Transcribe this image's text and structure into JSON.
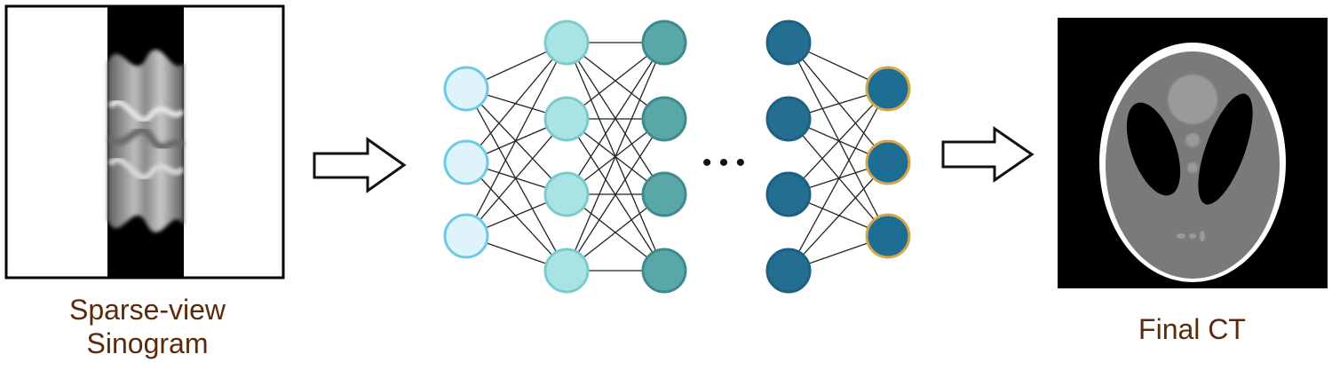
{
  "captions": {
    "input_line1": "Sparse-view",
    "input_line2": "Sinogram",
    "output": "Final CT"
  },
  "network": {
    "layers": [
      {
        "nodes": 3,
        "fill": "#dff4fa",
        "stroke": "#6ccbe3"
      },
      {
        "nodes": 4,
        "fill": "#a9e3e3",
        "stroke": "#7acccc"
      },
      {
        "nodes": 4,
        "fill": "#5aa7a8",
        "stroke": "#3f8a8c"
      },
      {
        "nodes": 4,
        "fill": "#236e91",
        "stroke": "#1d6082"
      },
      {
        "nodes": 3,
        "fill": "#1e6d92",
        "stroke": "#d4a84a"
      }
    ],
    "ellipsis": "• • •"
  },
  "colors": {
    "caption": "#5a2a0a",
    "line": "#222222",
    "arrow_stroke": "#111111"
  },
  "icons": [
    "right-arrow-icon"
  ]
}
